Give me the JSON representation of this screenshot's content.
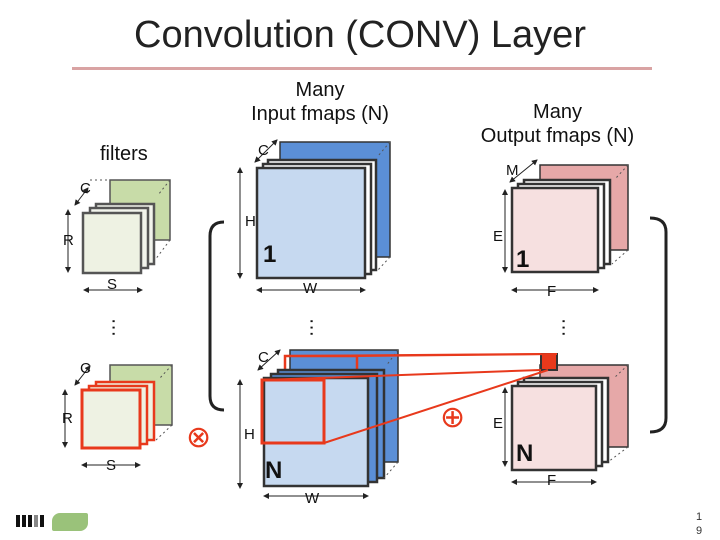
{
  "title": "Convolution (CONV) Layer",
  "headers": {
    "input": [
      "Many",
      "Input fmaps (N)"
    ],
    "output": [
      "Many",
      "Output fmaps (N)"
    ],
    "filters": "filters"
  },
  "dims": {
    "C": "C",
    "R": "R",
    "S": "S",
    "H": "H",
    "W": "W",
    "M": "M",
    "E": "E",
    "F": "F"
  },
  "batch": {
    "first": "1",
    "last": "N"
  },
  "ellipsis": "…",
  "ops": {
    "multiply": "⊗",
    "add": "⊕"
  },
  "page_number": [
    "1",
    "9"
  ],
  "colors": {
    "filter_fill": "#c8dca8",
    "filter_front": "#eef2e3",
    "input_fill": "#5b8fd6",
    "input_front": "#c6d9f0",
    "output_fill": "#e6a8a8",
    "output_front": "#f6e0e0",
    "highlight": "#e8391c"
  }
}
